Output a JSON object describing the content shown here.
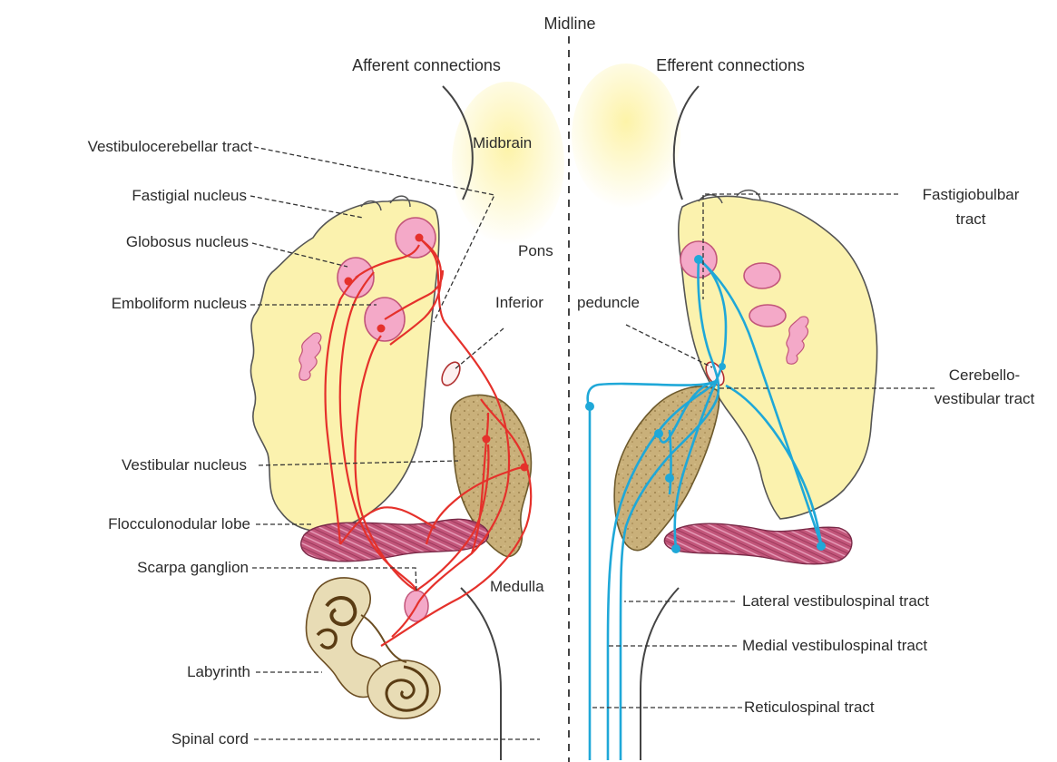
{
  "header": {
    "midline": "Midline",
    "afferent": "Afferent connections",
    "efferent": "Efferent connections"
  },
  "regions": {
    "midbrain": "Midbrain",
    "pons": "Pons",
    "inferior": "Inferior",
    "peduncle": "peduncle",
    "medulla": "Medulla"
  },
  "left_labels": {
    "vestibulocerebellar": "Vestibulocerebellar tract",
    "fastigial": "Fastigial nucleus",
    "globosus": "Globosus nucleus",
    "emboliform": "Emboliform nucleus",
    "vestibular": "Vestibular nucleus",
    "flocculonodular": "Flocculonodular lobe",
    "scarpa": "Scarpa ganglion",
    "labyrinth": "Labyrinth",
    "spinal": "Spinal cord"
  },
  "right_labels": {
    "fastigiobulbar_1": "Fastigiobulbar",
    "fastigiobulbar_2": "tract",
    "cerebello_1": "Cerebello-",
    "cerebello_2": "vestibular tract",
    "lateral_vs": "Lateral vestibulospinal tract",
    "medial_vs": "Medial vestibulospinal tract",
    "reticulospinal": "Reticulospinal tract"
  },
  "colors": {
    "cerebellum": "#fbf2ae",
    "midbrain_glow": "#fdf3a8",
    "nucleus": "#f4a9c8",
    "afferent_path": "#e5312b",
    "efferent_path": "#1fa8d8",
    "vestibular_nucleus": "#c9b07a",
    "flocculonodular": "#c2557a",
    "labyrinth": "#8a6a3a",
    "outline": "#3a3a3a"
  }
}
